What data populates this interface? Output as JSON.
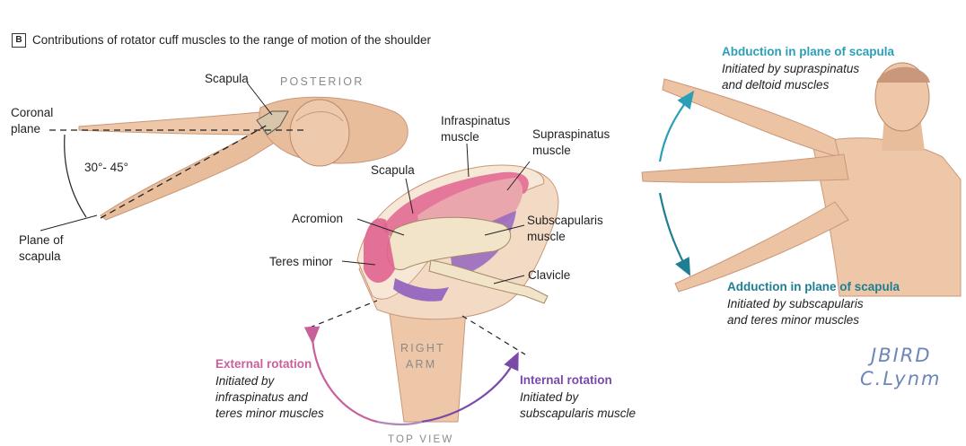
{
  "header": {
    "panel_letter": "B",
    "title": "Contributions of rotator cuff muscles to the range of motion of the shoulder"
  },
  "left_view": {
    "posterior": "POSTERIOR",
    "scapula": "Scapula",
    "coronal_plane": [
      "Coronal",
      "plane"
    ],
    "angle": "30°- 45°",
    "plane_of_scapula": [
      "Plane of",
      "scapula"
    ]
  },
  "center_view": {
    "infraspinatus": [
      "Infraspinatus",
      "muscle"
    ],
    "supraspinatus": [
      "Supraspinatus",
      "muscle"
    ],
    "scapula": "Scapula",
    "acromion": "Acromion",
    "subscapularis": [
      "Subscapularis",
      "muscle"
    ],
    "teres_minor": "Teres minor",
    "clavicle": "Clavicle",
    "right_arm": [
      "RIGHT",
      "ARM"
    ],
    "top_view": "TOP VIEW",
    "external_rotation": {
      "title": "External rotation",
      "lines": [
        "Initiated by",
        "infraspinatus and",
        "teres minor muscles"
      ]
    },
    "internal_rotation": {
      "title": "Internal rotation",
      "lines": [
        "Initiated by",
        "subscapularis muscle"
      ]
    }
  },
  "right_view": {
    "abduction": {
      "title": "Abduction in plane of scapula",
      "lines": [
        "Initiated by supraspinatus",
        "and deltoid muscles"
      ]
    },
    "adduction": {
      "title": "Adduction in plane of scapula",
      "lines": [
        "Initiated by subscapularis",
        "and teres minor muscles"
      ]
    }
  },
  "signature": [
    "JBIRD",
    "C.Lynm"
  ],
  "colors": {
    "skin": "#edc7a7",
    "skin_shadow": "#d9a987",
    "abduction_blue": "#2b9fb7",
    "adduction_teal": "#1f7f92",
    "external_pink": "#c8609c",
    "internal_purple": "#7a4aa8",
    "muscle_pink": "#e0638f",
    "muscle_purple": "#9a6cc0"
  }
}
